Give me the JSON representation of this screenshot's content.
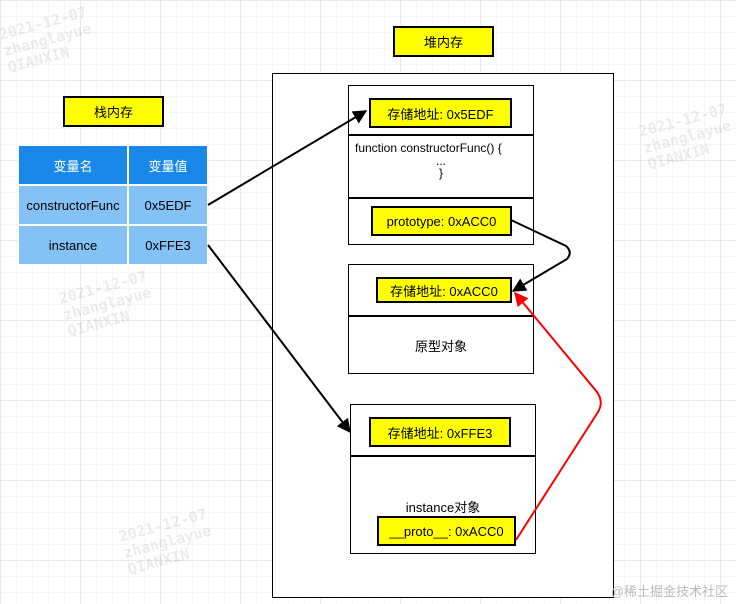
{
  "stack": {
    "title": "栈内存",
    "headers": [
      "变量名",
      "变量值"
    ],
    "rows": [
      [
        "constructorFunc",
        "0x5EDF"
      ],
      [
        "instance",
        "0xFFE3"
      ]
    ]
  },
  "heap": {
    "title": "堆内存",
    "constructor": {
      "address": "存储地址:  0x5EDF",
      "code_line1": "function constructorFunc() {",
      "code_line2": "...",
      "code_line3": "}",
      "prototype": "prototype: 0xACC0"
    },
    "prototype_obj": {
      "address": "存储地址:   0xACC0",
      "label": "原型对象"
    },
    "instance_obj": {
      "address": "存储地址:   0xFFE3",
      "label": "instance对象",
      "proto": "__proto__: 0xACC0"
    }
  },
  "watermark": {
    "line1": "2021-12-07",
    "line2": "zhanglayue",
    "line3": "QIANXIN"
  },
  "footer": "@稀土掘金技术社区",
  "colors": {
    "yellow": "#ffff00",
    "header_blue": "#1a88e8",
    "cell_blue": "#84c1f5",
    "red_arrow": "#ff0000"
  }
}
